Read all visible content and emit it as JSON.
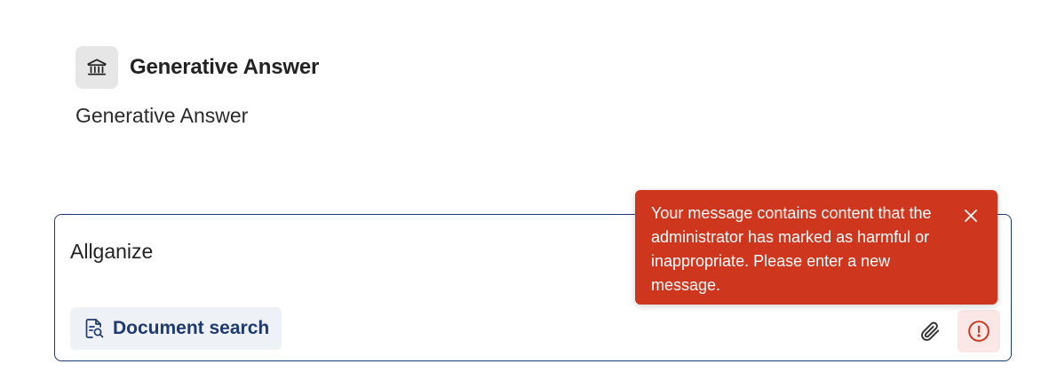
{
  "agent": {
    "title": "Generative Answer",
    "subtitle": "Generative Answer",
    "avatar_icon": "bank-building-icon"
  },
  "composer": {
    "input_value": "Allganize",
    "document_search_label": "Document search",
    "document_search_icon": "document-search-icon",
    "attach_icon": "paperclip-icon",
    "send_state_icon": "alert-circle-icon"
  },
  "toast": {
    "message": "Your message contains content that the administrator has marked as harmful or inappropriate. Please enter a new message.",
    "close_icon": "close-icon"
  },
  "colors": {
    "accent": "#1f3a70",
    "error": "#cf361e",
    "error_soft": "#fbe7e5",
    "chip_bg": "#eef1f6"
  }
}
